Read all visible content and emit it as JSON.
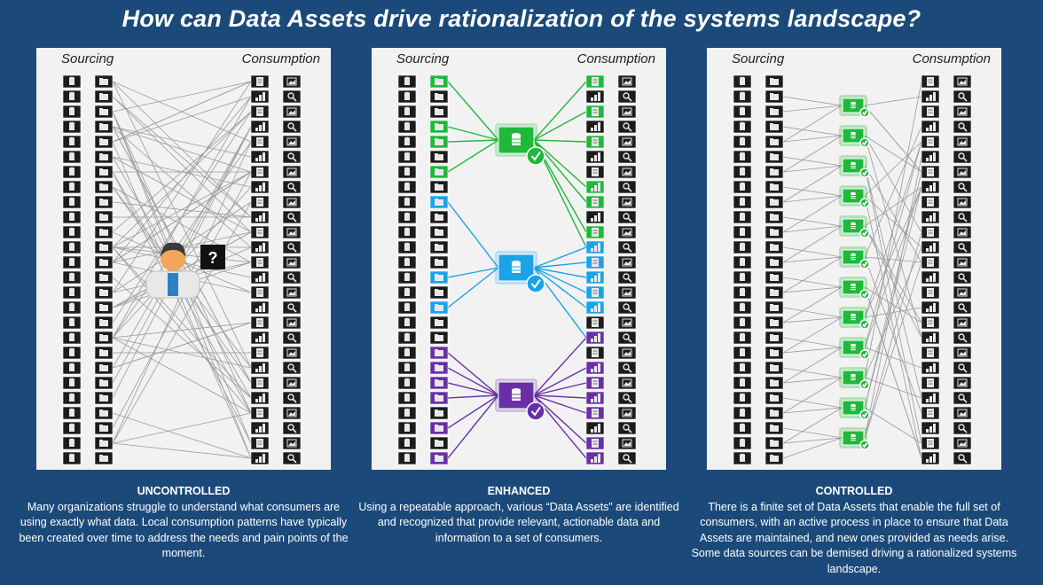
{
  "title": "How can Data Assets drive rationalization of the systems landscape?",
  "panels": [
    {
      "key": "uncontrolled",
      "sourcing_label": "Sourcing",
      "consumption_label": "Consumption",
      "caption_title": "UNCONTROLLED",
      "caption_text": "Many organizations struggle to understand what consumers are using exactly what data. Local consumption patterns have typically been created over time to address the needs and pain points of the moment.",
      "question_mark": "?"
    },
    {
      "key": "enhanced",
      "sourcing_label": "Sourcing",
      "consumption_label": "Consumption",
      "caption_title": "ENHANCED",
      "caption_text": "Using a repeatable approach, various “Data Assets” are identified and recognized that provide relevant, actionable data and information to a set of consumers."
    },
    {
      "key": "controlled",
      "sourcing_label": "Sourcing",
      "consumption_label": "Consumption",
      "caption_title": "CONTROLLED",
      "caption_text": "There is a finite set of Data Assets that enable the full set of consumers, with an active process in place to ensure that Data Assets are maintained, and new ones provided as needs arise. Some data sources can be demised driving a rationalized systems landscape."
    }
  ],
  "colors": {
    "background": "#1b4a7a",
    "panel": "#f2f2f2",
    "green": "#1fb83a",
    "blue": "#1aa3e8",
    "purple": "#6a2fa6",
    "line_gray": "#9a9a9a",
    "icon_dark": "#1c1c1c"
  },
  "icons": {
    "source": "database-icon",
    "consumer": "report-icon",
    "asset": "data-asset-icon",
    "person": "analyst-person-icon",
    "check": "check-badge-icon"
  }
}
